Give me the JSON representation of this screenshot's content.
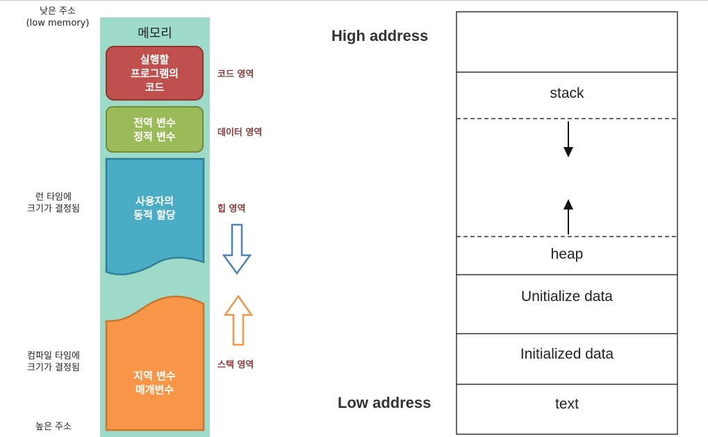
{
  "left_diagram": {
    "low_addr_line1": "낮은 주소",
    "low_addr_line2": "(low memory)",
    "memory_title": "메모리",
    "runtime_line1": "런 타임에",
    "runtime_line2": "크기가 결정됨",
    "compile_line1": "컴파일 타임에",
    "compile_line2": "크기가 결정됨",
    "high_addr": "높은 주소",
    "code_block": {
      "line1": "실행할",
      "line2": "프로그램의",
      "line3": "코드",
      "color": "#c0504d"
    },
    "data_block": {
      "line1": "전역 변수",
      "line2": "정적 변수",
      "color": "#9bbb59"
    },
    "heap_block": {
      "line1": "사용자의",
      "line2": "동적 할당",
      "color": "#4bacc6"
    },
    "stack_block": {
      "line1": "지역 변수",
      "line2": "매개변수",
      "color": "#f79646"
    },
    "code_region": "코드 영역",
    "data_region": "데이터 영역",
    "heap_region": "힙 영역",
    "stack_region": "스택 영역",
    "memory_bg_color": "#9ddac8",
    "down_arrow_color": "#4f81bd",
    "up_arrow_color": "#f79646"
  },
  "right_diagram": {
    "high_address": "High address",
    "low_address": "Low address",
    "segments": {
      "stack": "stack",
      "heap": "heap",
      "uninit": "Unitialize data",
      "init": "Initialized data",
      "text": "text"
    }
  }
}
